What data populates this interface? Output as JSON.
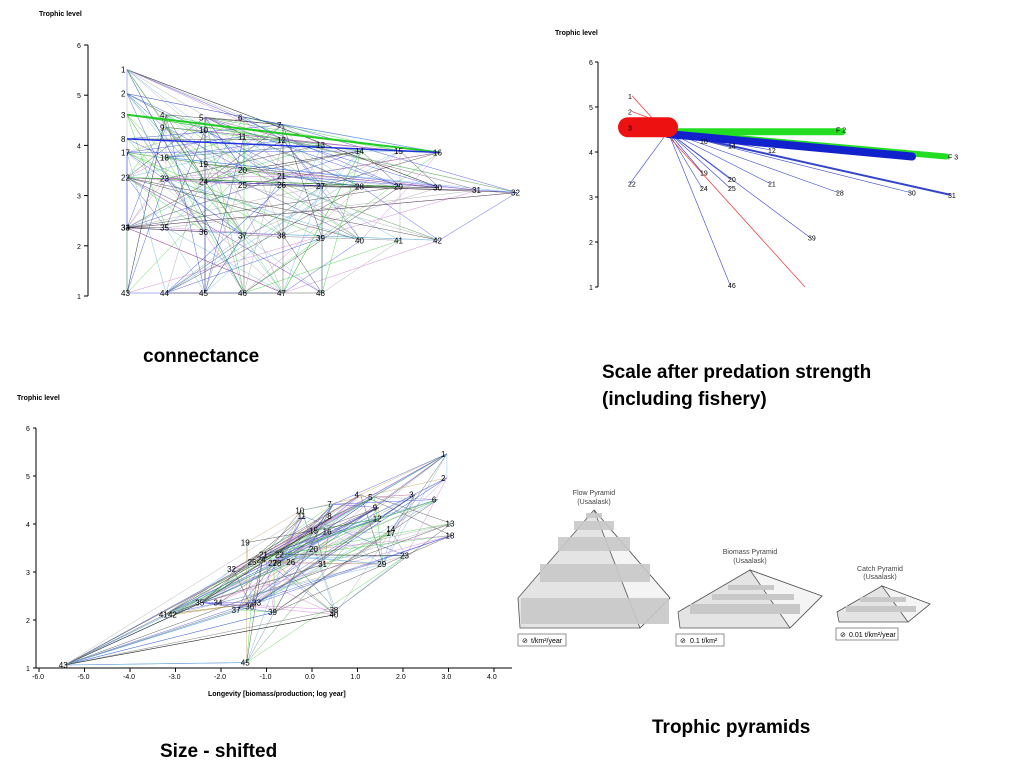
{
  "captions": {
    "connectance": "connectance",
    "predation_line1": "Scale after predation strength",
    "predation_line2": "(including fishery)",
    "size_shifted": "Size - shifted",
    "pyramids": "Trophic pyramids"
  },
  "panel1": {
    "axis_title": "Trophic level",
    "y_ticks": [
      "1",
      "2",
      "3",
      "4",
      "5",
      "6"
    ],
    "nodes": [
      {
        "id": "1",
        "tl": 5.45,
        "col": 0
      },
      {
        "id": "2",
        "tl": 4.97,
        "col": 0
      },
      {
        "id": "3",
        "tl": 4.55,
        "col": 0
      },
      {
        "id": "4",
        "tl": 4.55,
        "col": 1
      },
      {
        "id": "5",
        "tl": 4.5,
        "col": 2
      },
      {
        "id": "6",
        "tl": 4.5,
        "col": 3
      },
      {
        "id": "7",
        "tl": 4.35,
        "col": 4
      },
      {
        "id": "8",
        "tl": 4.07,
        "col": 0
      },
      {
        "id": "9",
        "tl": 4.3,
        "col": 1
      },
      {
        "id": "10",
        "tl": 4.25,
        "col": 2
      },
      {
        "id": "11",
        "tl": 4.12,
        "col": 3
      },
      {
        "id": "12",
        "tl": 4.05,
        "col": 4
      },
      {
        "id": "13",
        "tl": 3.95,
        "col": 5
      },
      {
        "id": "14",
        "tl": 3.83,
        "col": 6
      },
      {
        "id": "15",
        "tl": 3.83,
        "col": 7
      },
      {
        "id": "16",
        "tl": 3.8,
        "col": 8
      },
      {
        "id": "17",
        "tl": 3.8,
        "col": 0
      },
      {
        "id": "18",
        "tl": 3.7,
        "col": 1
      },
      {
        "id": "19",
        "tl": 3.57,
        "col": 2
      },
      {
        "id": "20",
        "tl": 3.45,
        "col": 3
      },
      {
        "id": "21",
        "tl": 3.33,
        "col": 4
      },
      {
        "id": "22",
        "tl": 3.3,
        "col": 0
      },
      {
        "id": "23",
        "tl": 3.28,
        "col": 1
      },
      {
        "id": "24",
        "tl": 3.22,
        "col": 2
      },
      {
        "id": "25",
        "tl": 3.15,
        "col": 3
      },
      {
        "id": "26",
        "tl": 3.15,
        "col": 4
      },
      {
        "id": "27",
        "tl": 3.13,
        "col": 5
      },
      {
        "id": "28",
        "tl": 3.12,
        "col": 6
      },
      {
        "id": "29",
        "tl": 3.12,
        "col": 7
      },
      {
        "id": "30",
        "tl": 3.1,
        "col": 8
      },
      {
        "id": "31",
        "tl": 3.05,
        "col": 9
      },
      {
        "id": "32",
        "tl": 3.0,
        "col": 10
      },
      {
        "id": "33",
        "tl": 2.3,
        "col": 0
      },
      {
        "id": "34",
        "tl": 2.3,
        "col": 0
      },
      {
        "id": "35",
        "tl": 2.3,
        "col": 1
      },
      {
        "id": "36",
        "tl": 2.22,
        "col": 2
      },
      {
        "id": "37",
        "tl": 2.15,
        "col": 3
      },
      {
        "id": "38",
        "tl": 2.15,
        "col": 4
      },
      {
        "id": "39",
        "tl": 2.1,
        "col": 5
      },
      {
        "id": "40",
        "tl": 2.05,
        "col": 6
      },
      {
        "id": "41",
        "tl": 2.05,
        "col": 7
      },
      {
        "id": "42",
        "tl": 2.05,
        "col": 8
      },
      {
        "id": "43",
        "tl": 1.0,
        "col": 0
      },
      {
        "id": "44",
        "tl": 1.0,
        "col": 1
      },
      {
        "id": "45",
        "tl": 1.0,
        "col": 2
      },
      {
        "id": "46",
        "tl": 1.0,
        "col": 3
      },
      {
        "id": "47",
        "tl": 1.0,
        "col": 4
      },
      {
        "id": "48",
        "tl": 1.0,
        "col": 5
      }
    ],
    "link_colors": [
      "#222222",
      "#2233dd",
      "#22cc22",
      "#55aadd",
      "#999999",
      "#cc66cc"
    ]
  },
  "panel2": {
    "axis_title": "Trophic level",
    "y_ticks": [
      "1",
      "2",
      "3",
      "4",
      "5",
      "6"
    ],
    "nodes": [
      {
        "id": "1",
        "tl": 5.25,
        "dx": 0.0
      },
      {
        "id": "2",
        "tl": 4.9,
        "dx": 0.0
      },
      {
        "id": "3",
        "tl": 4.55,
        "dx": 0.0
      },
      {
        "id": "10",
        "tl": 4.25,
        "dx": 0.18
      },
      {
        "id": "14",
        "tl": 4.15,
        "dx": 0.25
      },
      {
        "id": "12",
        "tl": 4.05,
        "dx": 0.35
      },
      {
        "id": "19",
        "tl": 3.55,
        "dx": 0.18
      },
      {
        "id": "20",
        "tl": 3.4,
        "dx": 0.25
      },
      {
        "id": "21",
        "tl": 3.3,
        "dx": 0.35
      },
      {
        "id": "22",
        "tl": 3.3,
        "dx": 0.0
      },
      {
        "id": "24",
        "tl": 3.2,
        "dx": 0.18
      },
      {
        "id": "25",
        "tl": 3.2,
        "dx": 0.25
      },
      {
        "id": "28",
        "tl": 3.1,
        "dx": 0.52
      },
      {
        "id": "30",
        "tl": 3.1,
        "dx": 0.7
      },
      {
        "id": "31",
        "tl": 3.05,
        "dx": 0.8
      },
      {
        "id": "39",
        "tl": 2.1,
        "dx": 0.45
      },
      {
        "id": "46",
        "tl": 1.05,
        "dx": 0.25
      },
      {
        "id": "F 2",
        "tl": 4.5,
        "dx": 0.52
      },
      {
        "id": "F 3",
        "tl": 3.9,
        "dx": 0.8
      }
    ]
  },
  "panel3": {
    "axis_title": "Trophic level",
    "x_axis_title": "Longevity [biomass/production; log year]",
    "y_ticks": [
      "1",
      "2",
      "3",
      "4",
      "5",
      "6"
    ],
    "x_ticks": [
      "-6.0",
      "-5.0",
      "-4.0",
      "-3.0",
      "-2.0",
      "-1.0",
      "0.0",
      "1.0",
      "2.0",
      "3.0",
      "4.0"
    ],
    "nodes": [
      {
        "id": "1",
        "x": 2.9,
        "tl": 5.4
      },
      {
        "id": "2",
        "x": 2.9,
        "tl": 4.9
      },
      {
        "id": "3",
        "x": 2.2,
        "tl": 4.55
      },
      {
        "id": "4",
        "x": 1.0,
        "tl": 4.55
      },
      {
        "id": "5",
        "x": 1.3,
        "tl": 4.5
      },
      {
        "id": "6",
        "x": 2.7,
        "tl": 4.45
      },
      {
        "id": "7",
        "x": 0.4,
        "tl": 4.35
      },
      {
        "id": "8",
        "x": 0.4,
        "tl": 4.1
      },
      {
        "id": "9",
        "x": 1.4,
        "tl": 4.28
      },
      {
        "id": "10",
        "x": -0.3,
        "tl": 4.22
      },
      {
        "id": "11",
        "x": -0.25,
        "tl": 4.1
      },
      {
        "id": "12",
        "x": 1.4,
        "tl": 4.05
      },
      {
        "id": "13",
        "x": 3.0,
        "tl": 3.95
      },
      {
        "id": "14",
        "x": 1.7,
        "tl": 3.83
      },
      {
        "id": "15",
        "x": 0.0,
        "tl": 3.8
      },
      {
        "id": "16",
        "x": 0.3,
        "tl": 3.78
      },
      {
        "id": "17",
        "x": 1.7,
        "tl": 3.75
      },
      {
        "id": "18",
        "x": 3.0,
        "tl": 3.7
      },
      {
        "id": "19",
        "x": -1.5,
        "tl": 3.55
      },
      {
        "id": "20",
        "x": 0.0,
        "tl": 3.42
      },
      {
        "id": "21",
        "x": -1.1,
        "tl": 3.3
      },
      {
        "id": "22",
        "x": -0.75,
        "tl": 3.3
      },
      {
        "id": "23",
        "x": 2.0,
        "tl": 3.28
      },
      {
        "id": "24",
        "x": -1.15,
        "tl": 3.2
      },
      {
        "id": "25",
        "x": -1.35,
        "tl": 3.15
      },
      {
        "id": "26",
        "x": -0.5,
        "tl": 3.15
      },
      {
        "id": "27",
        "x": -0.9,
        "tl": 3.13
      },
      {
        "id": "28",
        "x": -0.8,
        "tl": 3.13
      },
      {
        "id": "29",
        "x": 1.5,
        "tl": 3.1
      },
      {
        "id": "31",
        "x": 0.2,
        "tl": 3.1
      },
      {
        "id": "32",
        "x": -1.8,
        "tl": 3.0
      },
      {
        "id": "33",
        "x": -1.25,
        "tl": 2.3
      },
      {
        "id": "34",
        "x": -2.1,
        "tl": 2.3
      },
      {
        "id": "35",
        "x": -2.5,
        "tl": 2.3
      },
      {
        "id": "36",
        "x": -1.4,
        "tl": 2.22
      },
      {
        "id": "37",
        "x": -1.7,
        "tl": 2.15
      },
      {
        "id": "38",
        "x": 0.45,
        "tl": 2.15
      },
      {
        "id": "39",
        "x": -0.9,
        "tl": 2.1
      },
      {
        "id": "40",
        "x": 0.45,
        "tl": 2.05
      },
      {
        "id": "41",
        "x": -3.3,
        "tl": 2.05
      },
      {
        "id": "42",
        "x": -3.1,
        "tl": 2.05
      },
      {
        "id": "43",
        "x": -5.5,
        "tl": 1.0
      },
      {
        "id": "45",
        "x": -1.5,
        "tl": 1.05
      }
    ]
  },
  "pyramids": [
    {
      "title": "Flow Pyramid",
      "sub": "(Usaalask)",
      "unit": "t/km²/year"
    },
    {
      "title": "Biomass Pyramid",
      "sub": "(Usaalask)",
      "unit": "0.1 t/km²"
    },
    {
      "title": "Catch Pyramid",
      "sub": "(Usaalask)",
      "unit": "0.01 t/km²/year"
    }
  ]
}
